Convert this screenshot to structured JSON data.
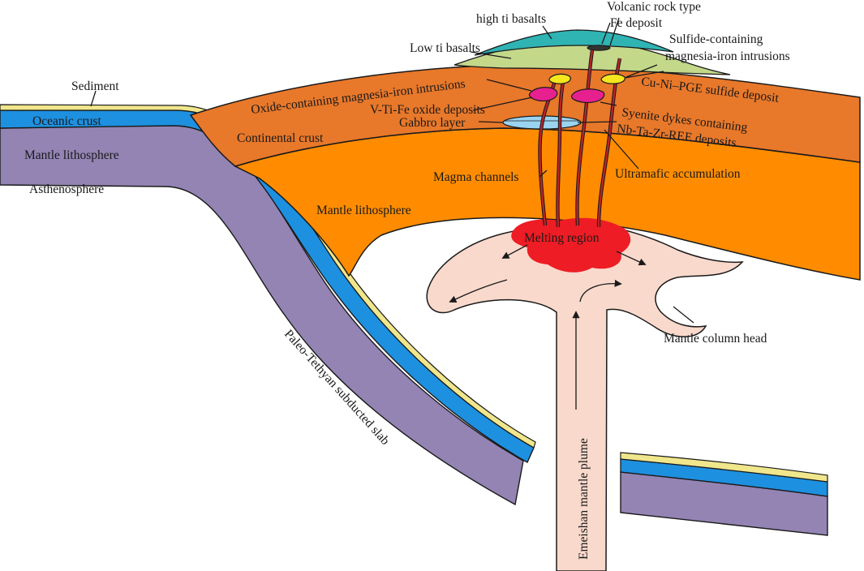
{
  "colors": {
    "sediment": "#f0e68c",
    "oceanic_crust": "#1e90e0",
    "mantle_lithosphere_slab": "#9384b4",
    "continental_crust": "#e8782a",
    "continental_mantle_lithosphere": "#ff8c00",
    "low_ti_basalts": "#c4d88a",
    "high_ti_basalts": "#2fb3b3",
    "gabbro_layer": "#9ad4f0",
    "plume": "#f9d9cc",
    "melting_region": "#ee1c24",
    "magma_channel": "#b8242a",
    "oxide_intrusion": "#e7208f",
    "sulfide_intrusion": "#f5e61e",
    "outline": "#1a1a1a"
  },
  "labels": {
    "sediment": "Sediment",
    "oceanic_crust": "Oceanic crust",
    "mantle_lithosphere_left": "Mantle lithosphere",
    "asthenosphere": "Asthenosphere",
    "continental_crust": "Continental crust",
    "mantle_lithosphere_center": "Mantle lithosphere",
    "high_ti_basalts": "high ti basalts",
    "low_ti_basalts": "Low ti basalts",
    "volcanic_rock_type": "Volcanic rock type",
    "fe_deposit": "Fe deposit",
    "sulfide_intrusions_line1": "Sulfide-containing",
    "sulfide_intrusions_line2": "magnesia-iron intrusions",
    "oxide_intrusions": "Oxide-containing magnesia-iron intrusions",
    "cu_ni_pge": "Cu-Ni–PGE  sulfide deposit",
    "v_ti_fe": "V-Ti-Fe oxide deposits",
    "syenite_line1": "Syenite dykes containing",
    "syenite_line2": "Nb-Ta-Zr-REE deposits",
    "gabbro_layer": "Gabbro layer",
    "ultramafic": "Ultramafic accumulation",
    "magma_channels": "Magma channels",
    "melting_region": "Melting region",
    "mantle_column_head": "Mantle column head",
    "slab": "Paleo-Tethyan subducted slab",
    "plume": "Emeishan mantle plume"
  }
}
